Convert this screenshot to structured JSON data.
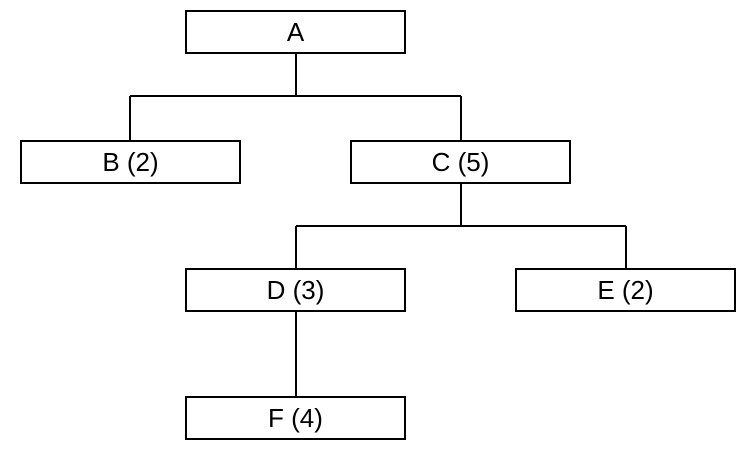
{
  "tree": {
    "nodes": [
      {
        "id": "a",
        "label": "A"
      },
      {
        "id": "b",
        "label": "B (2)"
      },
      {
        "id": "c",
        "label": "C (5)"
      },
      {
        "id": "d",
        "label": "D (3)"
      },
      {
        "id": "e",
        "label": "E (2)"
      },
      {
        "id": "f",
        "label": "F (4)"
      }
    ],
    "edges": [
      {
        "from": "a",
        "to": "b"
      },
      {
        "from": "a",
        "to": "c"
      },
      {
        "from": "c",
        "to": "d"
      },
      {
        "from": "c",
        "to": "e"
      },
      {
        "from": "d",
        "to": "f"
      }
    ]
  },
  "colors": {
    "line": "#000000",
    "box_border": "#000000",
    "box_fill": "#ffffff",
    "text": "#000000"
  }
}
